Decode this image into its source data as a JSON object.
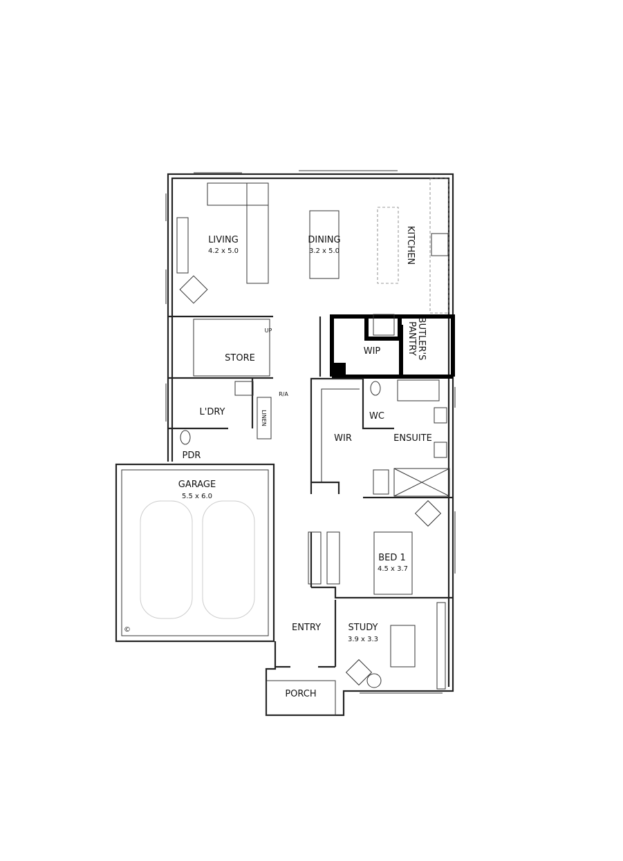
{
  "rooms": {
    "living": {
      "name": "LIVING",
      "size": "4.2 x 5.0"
    },
    "dining": {
      "name": "DINING",
      "size": "3.2 x 5.0"
    },
    "kitchen": {
      "name": "KITCHEN"
    },
    "butlers_pantry": {
      "line1": "BUTLER'S",
      "line2": "PANTRY"
    },
    "wip": {
      "name": "WIP"
    },
    "store": {
      "name": "STORE"
    },
    "laundry": {
      "name": "L'DRY"
    },
    "linen": {
      "name": "LINEN"
    },
    "ra": {
      "name": "R/A"
    },
    "stair_up": {
      "name": "UP"
    },
    "pdr": {
      "name": "PDR"
    },
    "wc": {
      "name": "WC"
    },
    "wir": {
      "name": "WIR"
    },
    "ensuite": {
      "name": "ENSUITE"
    },
    "garage": {
      "name": "GARAGE",
      "size": "5.5 x 6.0"
    },
    "bed1": {
      "name": "BED 1",
      "size": "4.5 x 3.7"
    },
    "entry": {
      "name": "ENTRY"
    },
    "study": {
      "name": "STUDY",
      "size": "3.9 x 3.3"
    },
    "porch": {
      "name": "PORCH"
    }
  },
  "copyright_symbol": "©"
}
